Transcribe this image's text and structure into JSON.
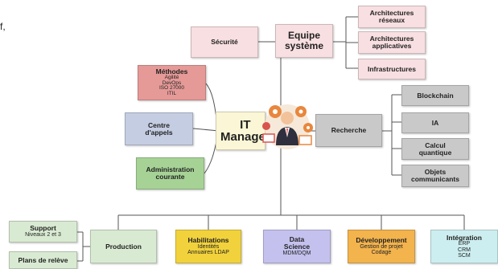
{
  "corner_text": "f,",
  "top": {
    "securite": "Sécurité",
    "equipe": "Equipe\nsystème",
    "arch_reseaux": "Architectures\nréseaux",
    "arch_applicatives": "Architectures\napplicatives",
    "infrastructures": "Infrastructures"
  },
  "left": {
    "methodes": {
      "title": "Méthodes",
      "items": "Agilité\nDevOps\nISO 27000\nITIL"
    },
    "centre": "Centre\nd'appels",
    "administration": "Administration\ncourante"
  },
  "center": {
    "it_manager": "IT\nManager",
    "icon": "it-manager-person-icon"
  },
  "right": {
    "recherche": "Recherche",
    "blockchain": "Blockchain",
    "ia": "IA",
    "calcul": "Calcul\nquantique",
    "objets": "Objets\ncommunicants"
  },
  "bottom": {
    "support": {
      "title": "Support",
      "sub": "Niveaux 2 et 3"
    },
    "plans": "Plans de relève",
    "production": "Production",
    "habilitations": {
      "title": "Habilitations",
      "sub": "Identités\nAnnuaires LDAP"
    },
    "data_science": {
      "title": "Data\nScience",
      "sub": "MDM/DQM"
    },
    "developpement": {
      "title": "Développement",
      "sub": "Gestion de projet\nCodage"
    },
    "integration": {
      "title": "Intégration",
      "sub": "ERP\nCRM\nSCM"
    }
  },
  "colors": {
    "pink": "#f8dfe1",
    "red": "#e59a98",
    "blue": "#c5cde3",
    "green": "#a6d296",
    "grey": "#c9c9c9",
    "light_green": "#d9ead2",
    "yellow": "#f2d23c",
    "purple": "#c4c1ee",
    "orange": "#f3b34d",
    "aqua": "#cdeef0",
    "cream": "#fbf7d6",
    "connector": "#555555"
  }
}
